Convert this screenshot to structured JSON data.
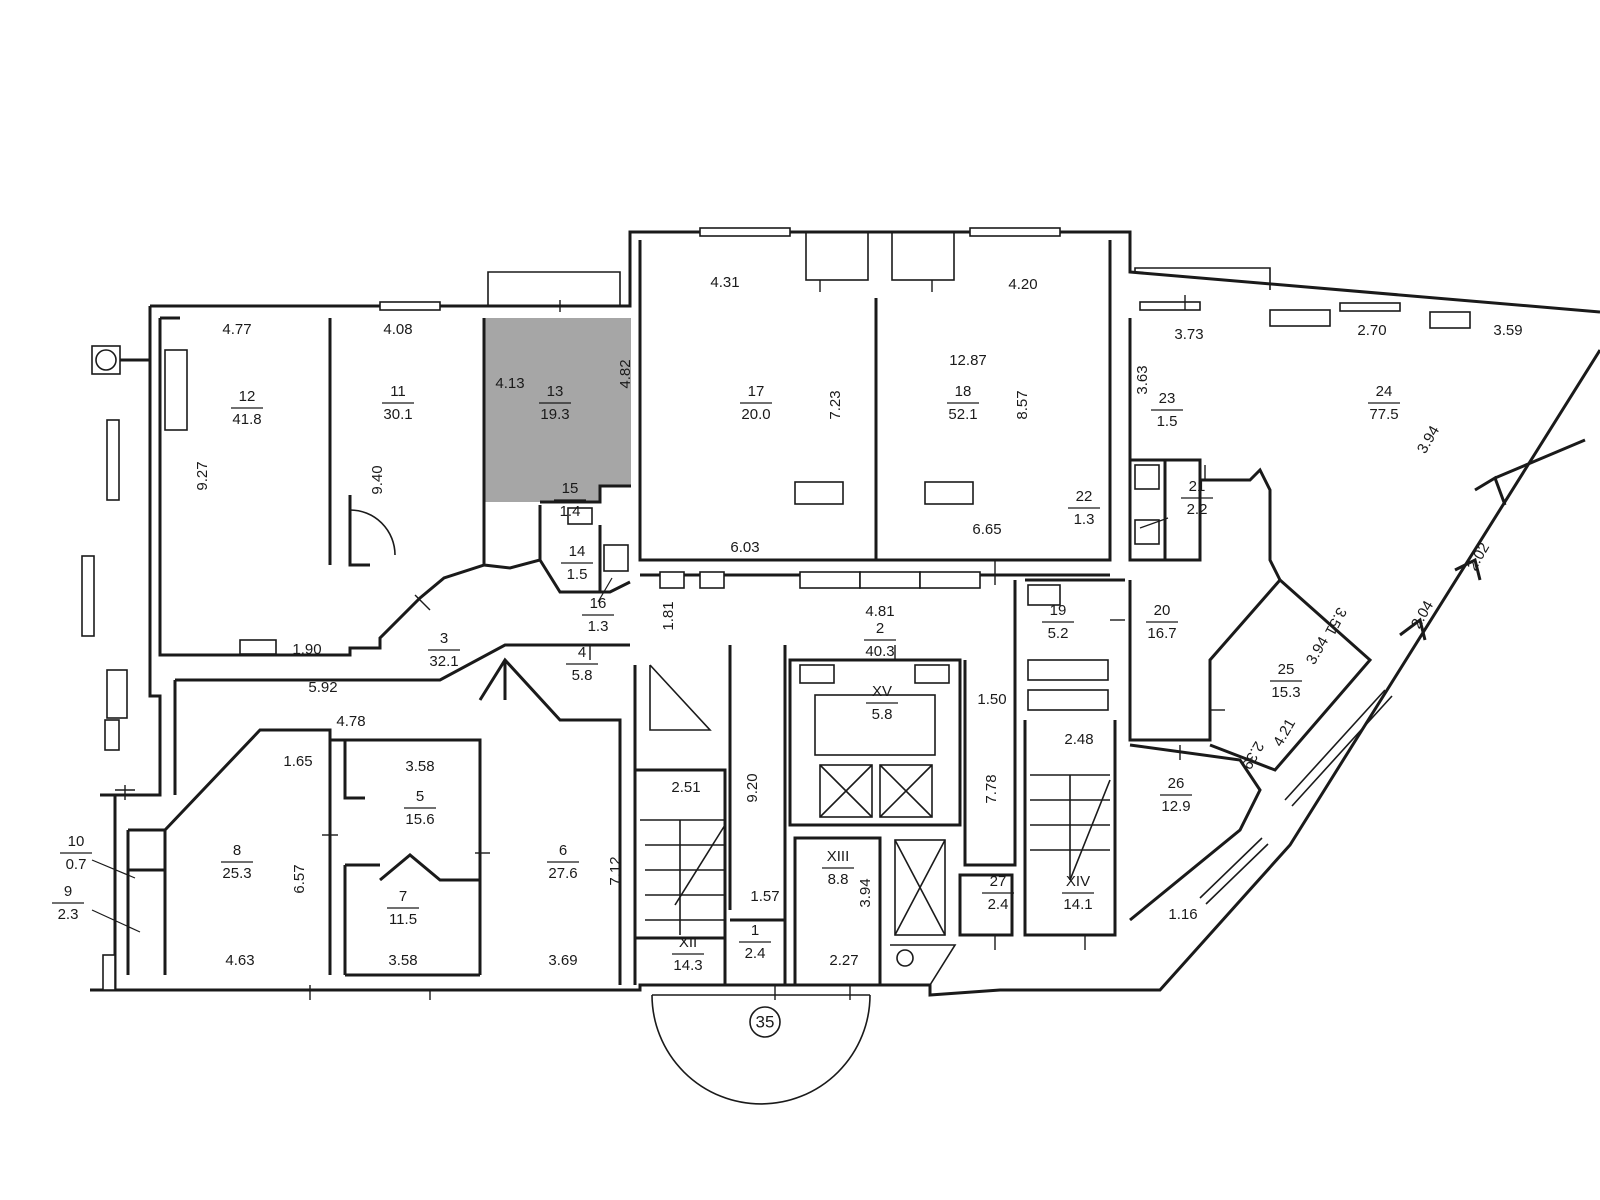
{
  "building_number": "35",
  "highlight_color": "#a6a6a6",
  "rooms": [
    {
      "id": "1",
      "area": "2.4"
    },
    {
      "id": "2",
      "area": "40.3"
    },
    {
      "id": "3",
      "area": "32.1"
    },
    {
      "id": "4",
      "area": "5.8"
    },
    {
      "id": "5",
      "area": "15.6"
    },
    {
      "id": "6",
      "area": "27.6"
    },
    {
      "id": "7",
      "area": "11.5"
    },
    {
      "id": "8",
      "area": "25.3"
    },
    {
      "id": "9",
      "area": "2.3"
    },
    {
      "id": "10",
      "area": "0.7"
    },
    {
      "id": "11",
      "area": "30.1"
    },
    {
      "id": "12",
      "area": "41.8"
    },
    {
      "id": "13",
      "area": "19.3",
      "highlighted": true
    },
    {
      "id": "14",
      "area": "1.5"
    },
    {
      "id": "15",
      "area": "1.4"
    },
    {
      "id": "16",
      "area": "1.3"
    },
    {
      "id": "17",
      "area": "20.0"
    },
    {
      "id": "18",
      "area": "52.1"
    },
    {
      "id": "19",
      "area": "5.2"
    },
    {
      "id": "20",
      "area": "16.7"
    },
    {
      "id": "21",
      "area": "2.2"
    },
    {
      "id": "22",
      "area": "1.3"
    },
    {
      "id": "23",
      "area": "1.5"
    },
    {
      "id": "24",
      "area": "77.5"
    },
    {
      "id": "25",
      "area": "15.3"
    },
    {
      "id": "26",
      "area": "12.9"
    },
    {
      "id": "27",
      "area": "2.4"
    },
    {
      "id": "XII",
      "area": "14.3"
    },
    {
      "id": "XIII",
      "area": "8.8"
    },
    {
      "id": "XIV",
      "area": "14.1"
    },
    {
      "id": "XV",
      "area": "5.8"
    }
  ],
  "dimensions": [
    "4.77",
    "4.08",
    "4.13",
    "4.82",
    "4.31",
    "4.20",
    "12.87",
    "7.23",
    "8.57",
    "3.73",
    "2.70",
    "3.59",
    "3.63",
    "3.94",
    "9.27",
    "9.40",
    "6.03",
    "6.65",
    "1.90",
    "5.92",
    "1.81",
    "4.81",
    "2.02",
    "2.04",
    "3.51",
    "3.94",
    "4.78",
    "1.65",
    "3.58",
    "2.51",
    "9.20",
    "1.50",
    "2.48",
    "2.39",
    "4.21",
    "6.57",
    "7.12",
    "7.78",
    "1.57",
    "3.94",
    "3.58",
    "4.63",
    "3.69",
    "2.27",
    "1.16"
  ]
}
